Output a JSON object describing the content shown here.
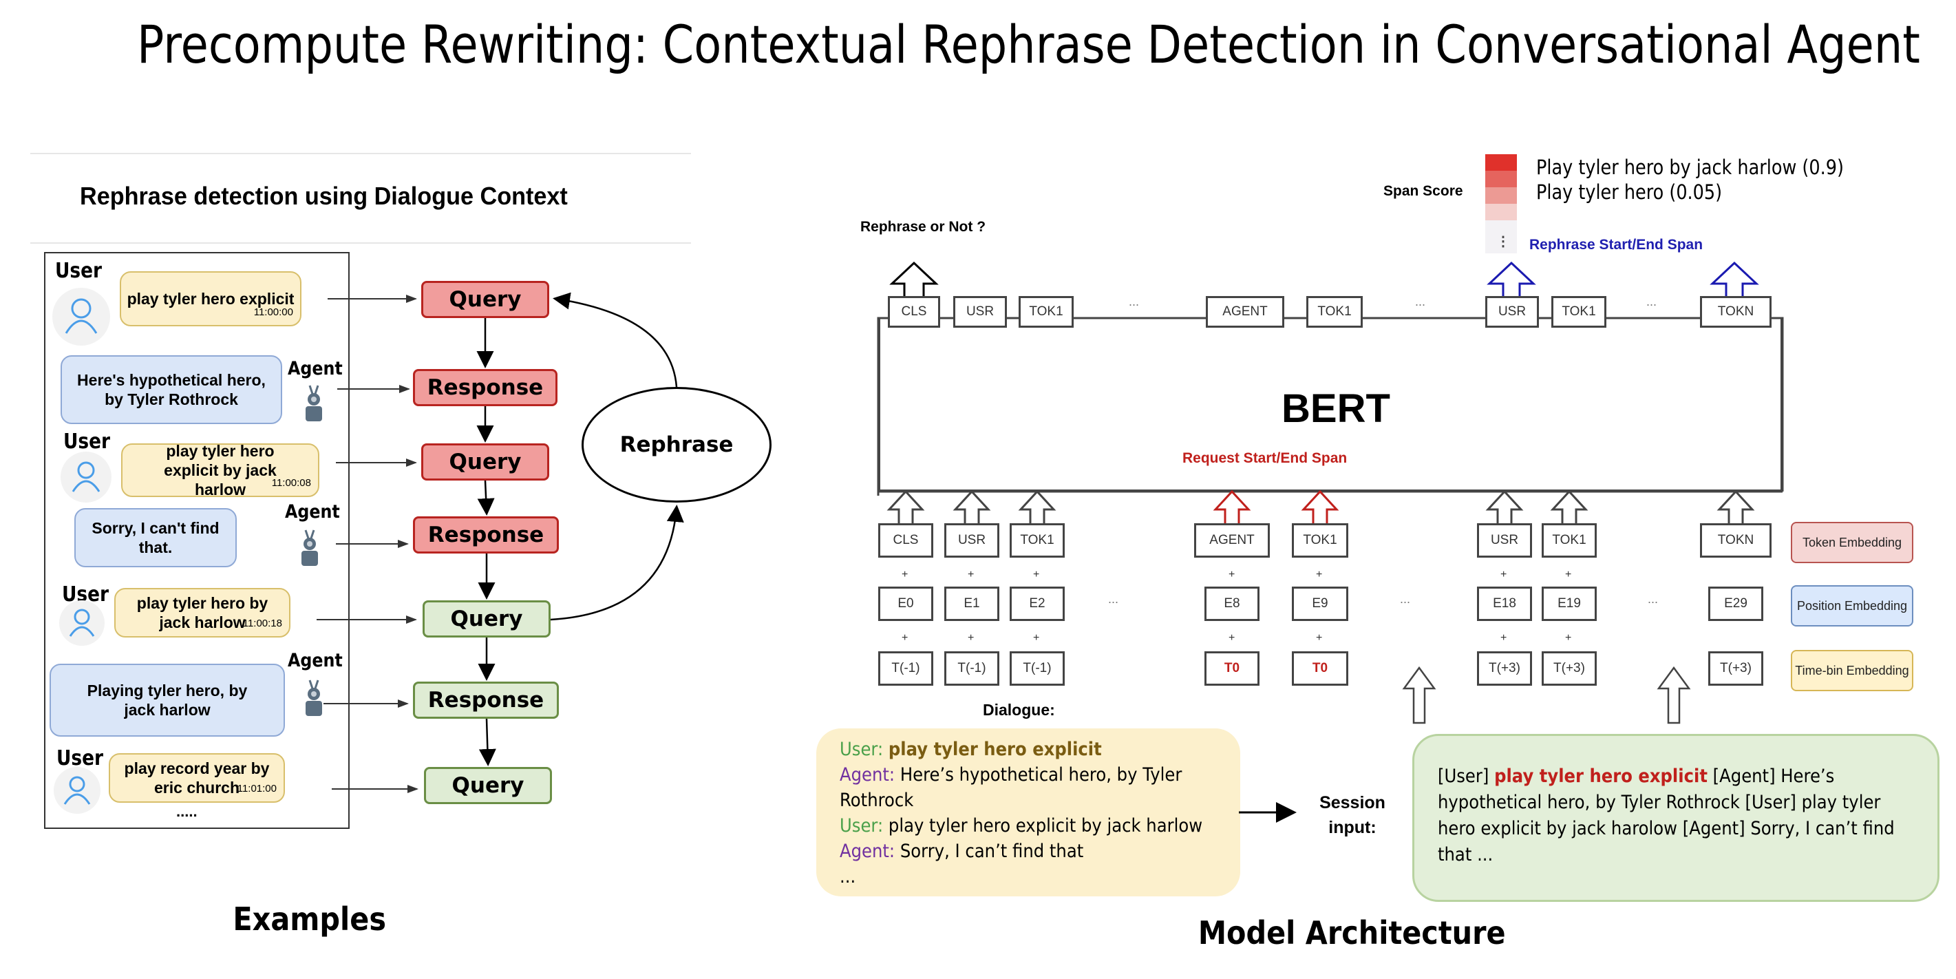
{
  "title": "Precompute Rewriting: Contextual Rephrase Detection in Conversational Agent",
  "left_panel": {
    "heading": "Rephrase detection using Dialogue Context",
    "caption": "Examples",
    "ellipsis": ".....",
    "messages": [
      {
        "role": "User",
        "text": "play tyler hero explicit",
        "time": "11:00:00"
      },
      {
        "role": "Agent",
        "text": "Here's hypothetical hero, by Tyler Rothrock"
      },
      {
        "role": "User",
        "text": "play tyler hero explicit by jack harlow",
        "time": "11:00:08"
      },
      {
        "role": "Agent",
        "text": "Sorry, I can't find that."
      },
      {
        "role": "User",
        "text": "play tyler hero by jack harlow",
        "time": "11:00:18"
      },
      {
        "role": "Agent",
        "text": "Playing tyler hero, by jack harlow"
      },
      {
        "role": "User",
        "text": "play record year by eric church",
        "time": "11:01:00"
      }
    ],
    "flow": [
      {
        "label": "Query",
        "status": "red"
      },
      {
        "label": "Response",
        "status": "red"
      },
      {
        "label": "Query",
        "status": "red"
      },
      {
        "label": "Response",
        "status": "red"
      },
      {
        "label": "Query",
        "status": "green"
      },
      {
        "label": "Response",
        "status": "green"
      },
      {
        "label": "Query",
        "status": "green"
      }
    ],
    "rephrase_node": "Rephrase"
  },
  "right_panel": {
    "caption": "Model Architecture",
    "model_label": "BERT",
    "rephrase_or_not": "Rephrase or Not ?",
    "request_span": "Request Start/End Span",
    "span_score_label": "Span Score",
    "span_scores": [
      {
        "text": "Play tyler hero by jack harlow (0.9)",
        "score": 0.9
      },
      {
        "text": "Play tyler hero (0.05)",
        "score": 0.05
      }
    ],
    "span_scale_colors": [
      "#e0312b",
      "#e5645e",
      "#ec9a94",
      "#f4cfcc",
      "#f3f2f5",
      "#f3f2f5"
    ],
    "span_scale_more": "⋮",
    "rephrase_span": "Rephrase Start/End Span",
    "output_tokens": [
      "CLS",
      "USR",
      "TOK1",
      "AGENT",
      "TOK1",
      "USR",
      "TOK1",
      "TOKN"
    ],
    "input_tokens": [
      "CLS",
      "USR",
      "TOK1",
      "AGENT",
      "TOK1",
      "USR",
      "TOK1",
      "TOKN"
    ],
    "position_embeddings": [
      "E0",
      "E1",
      "E2",
      "E8",
      "E9",
      "E18",
      "E19",
      "E29"
    ],
    "time_bins": [
      "T(-1)",
      "T(-1)",
      "T(-1)",
      "T0",
      "T0",
      "T(+3)",
      "T(+3)",
      "T(+3)"
    ],
    "ellipsis": "...",
    "plus": "+",
    "legend": [
      {
        "label": "Token Embedding",
        "bg": "#f5d6d4",
        "border": "#b85450"
      },
      {
        "label": "Position Embedding",
        "bg": "#dae8fc",
        "border": "#6c8ebf"
      },
      {
        "label": "Time-bin Embedding",
        "bg": "#fff2cc",
        "border": "#d6b656"
      }
    ],
    "dialogue_label": "Dialogue:",
    "dialogue": [
      {
        "speaker": "User:",
        "text": "play tyler hero explicit",
        "highlight": true
      },
      {
        "speaker": "Agent:",
        "text": "Here’s hypothetical hero, by Tyler"
      },
      {
        "speaker": "",
        "text": "Rothrock"
      },
      {
        "speaker": "User:",
        "text": "play tyler hero explicit by jack harlow"
      },
      {
        "speaker": "Agent:",
        "text": "Sorry, I can’t find that"
      },
      {
        "speaker": "",
        "text": "..."
      }
    ],
    "session_label_1": "Session",
    "session_label_2": "input:",
    "session_input": {
      "prefix": "[User] ",
      "highlight": "play tyler hero explicit",
      "rest": " [Agent] Here’s hypothetical hero, by Tyler Rothrock [User] play tyler hero explicit by jack harolow [Agent] Sorry, I can’t find that ..."
    },
    "colors": {
      "red_accent": "#c0201c",
      "blue_accent": "#2020b0"
    }
  }
}
